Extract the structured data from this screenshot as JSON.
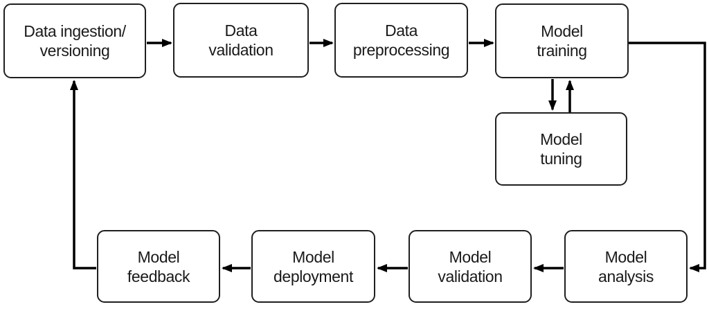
{
  "diagram": {
    "nodes": [
      {
        "id": "data-ingestion-versioning",
        "line1": "Data ingestion/",
        "line2": "versioning"
      },
      {
        "id": "data-validation",
        "line1": "Data",
        "line2": "validation"
      },
      {
        "id": "data-preprocessing",
        "line1": "Data",
        "line2": "preprocessing"
      },
      {
        "id": "model-training",
        "line1": "Model",
        "line2": "training"
      },
      {
        "id": "model-tuning",
        "line1": "Model",
        "line2": "tuning"
      },
      {
        "id": "model-feedback",
        "line1": "Model",
        "line2": "feedback"
      },
      {
        "id": "model-deployment",
        "line1": "Model",
        "line2": "deployment"
      },
      {
        "id": "model-validation",
        "line1": "Model",
        "line2": "validation"
      },
      {
        "id": "model-analysis",
        "line1": "Model",
        "line2": "analysis"
      }
    ],
    "edges": [
      {
        "from": "data-ingestion-versioning",
        "to": "data-validation"
      },
      {
        "from": "data-validation",
        "to": "data-preprocessing"
      },
      {
        "from": "data-preprocessing",
        "to": "model-training"
      },
      {
        "from": "model-training",
        "to": "model-tuning"
      },
      {
        "from": "model-tuning",
        "to": "model-training"
      },
      {
        "from": "model-training",
        "to": "model-analysis"
      },
      {
        "from": "model-analysis",
        "to": "model-validation"
      },
      {
        "from": "model-validation",
        "to": "model-deployment"
      },
      {
        "from": "model-deployment",
        "to": "model-feedback"
      },
      {
        "from": "model-feedback",
        "to": "data-ingestion-versioning"
      }
    ],
    "colors": {
      "background": "#ffffff",
      "box_border": "#1f1f1f",
      "arrow": "#000000",
      "text": "#1a1a1a"
    }
  }
}
